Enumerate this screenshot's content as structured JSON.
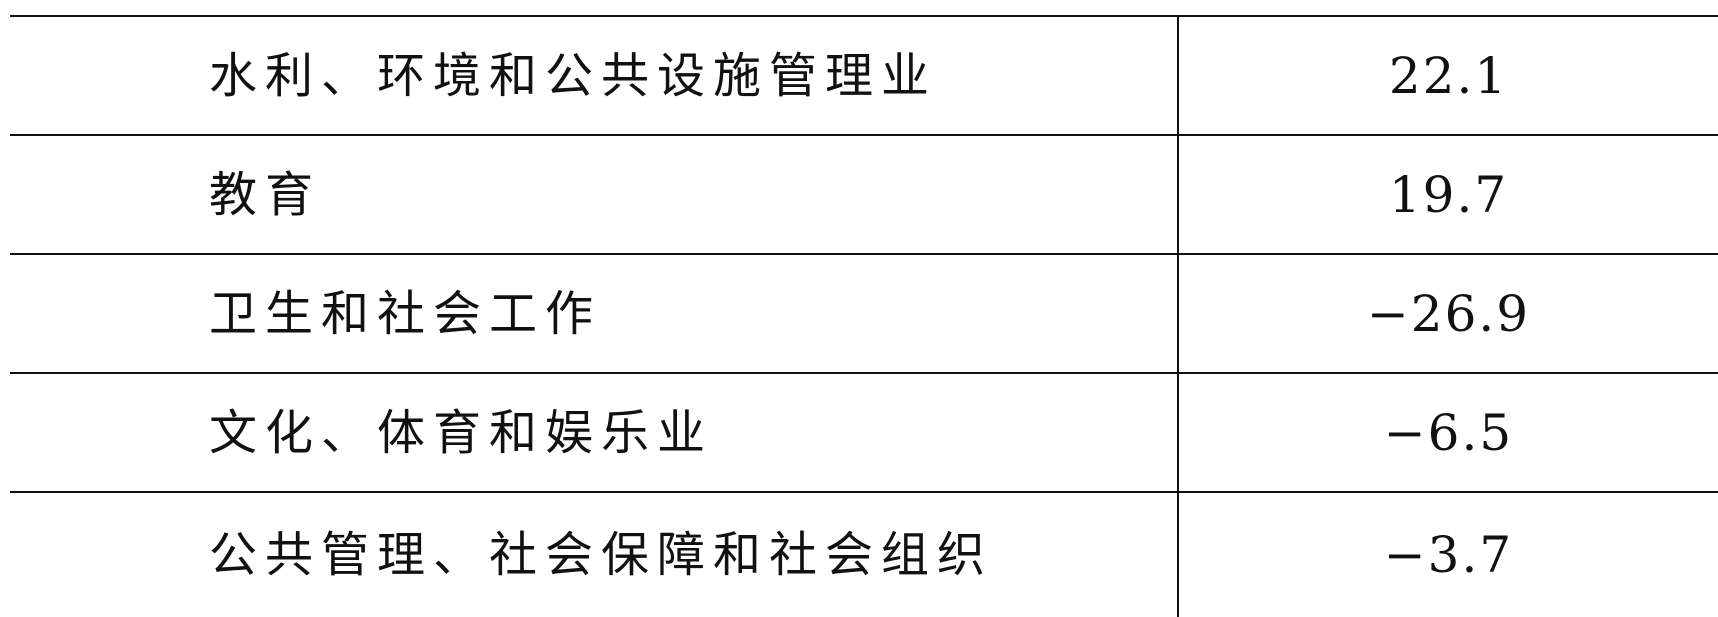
{
  "table": {
    "rows": [
      {
        "label": "水利、环境和公共设施管理业",
        "value": "22.1"
      },
      {
        "label": "教育",
        "value": "19.7"
      },
      {
        "label": "卫生和社会工作",
        "value": "−26.9"
      },
      {
        "label": "文化、体育和娱乐业",
        "value": "−6.5"
      },
      {
        "label": "公共管理、社会保障和社会组织",
        "value": "−3.7"
      }
    ]
  }
}
